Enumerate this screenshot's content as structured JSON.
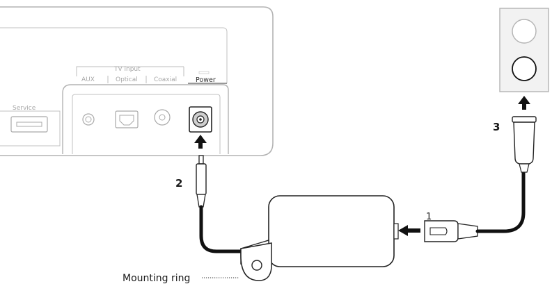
{
  "diagram": {
    "soundbar": {
      "service_label": "Service",
      "tv_input_label": "TV input",
      "port_labels": [
        "AUX",
        "Optical",
        "Coaxial"
      ],
      "power_label": "Power"
    },
    "steps": {
      "step1": "1",
      "step2": "2",
      "step3": "3"
    },
    "callout": {
      "mounting_ring": "Mounting ring"
    },
    "colors": {
      "device_outline": "#b3b3b3",
      "cable": "#111111",
      "arrow": "#111111",
      "device_fill": "#ffffff",
      "outlet_fill": "#f2f2f2"
    }
  }
}
